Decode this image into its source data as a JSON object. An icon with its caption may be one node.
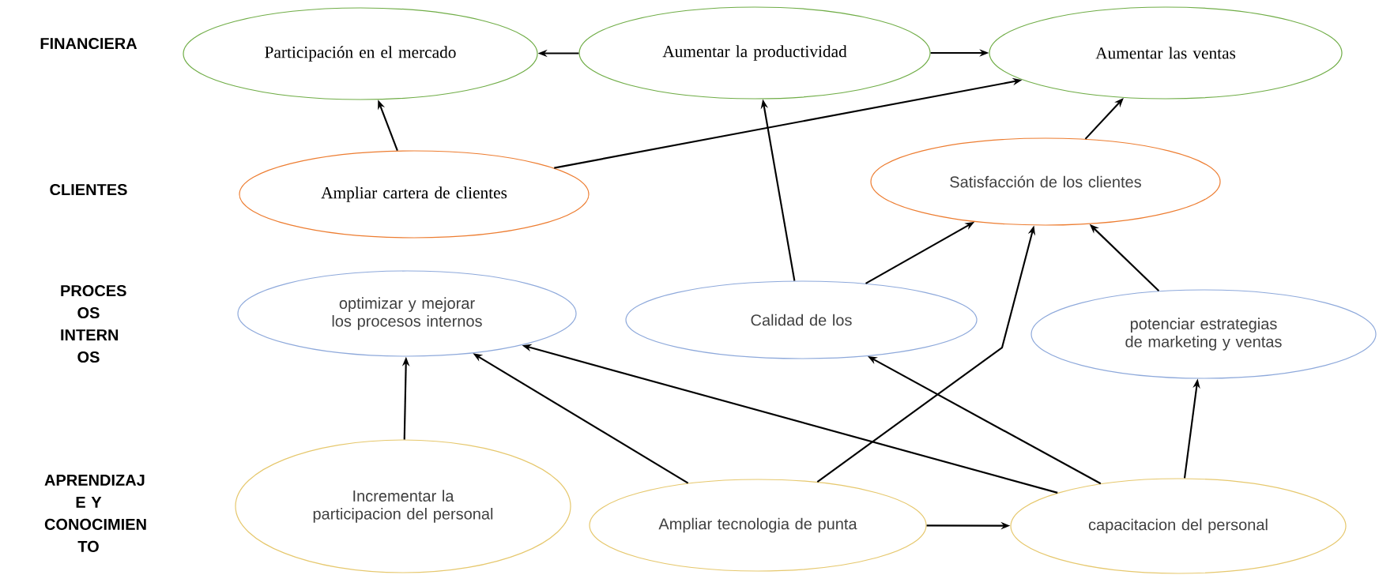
{
  "diagram": {
    "nodes": [
      {
        "text": [
          "Participación en el mercado"
        ]
      },
      {
        "text": [
          "Aumentar la productividad"
        ]
      },
      {
        "text": [
          "Aumentar las ventas"
        ]
      },
      {
        "text": [
          "Ampliar cartera de clientes"
        ]
      },
      {
        "text": [
          "Satisfacción de los clientes"
        ]
      },
      {
        "text": [
          "optimizar y mejorar los procesos internos"
        ]
      },
      {
        "text": [
          "Calidad de los"
        ]
      },
      {
        "text": [
          "potenciar estrategias de marketing y ventas"
        ]
      },
      {
        "text": [
          "Incrementar la participacion del personal"
        ]
      },
      {
        "text": [
          "Ampliar tecnologia de punta"
        ]
      },
      {
        "text": [
          "capacitacion del personal"
        ]
      }
    ],
    "edges": [
      {
        "from": 1,
        "to": 0,
        "arrow": "to"
      },
      {
        "from": 1,
        "to": 2,
        "arrow": "to"
      },
      {
        "from": 3,
        "to": 0,
        "arrow": "to"
      },
      {
        "from": 3,
        "to": 2,
        "arrow": "to"
      },
      {
        "from": 4,
        "to": 2,
        "arrow": "to"
      },
      {
        "from": 6,
        "to": 1,
        "arrow": "to"
      },
      {
        "from": 6,
        "to": 4,
        "arrow": "to"
      },
      {
        "from": 7,
        "to": 4,
        "arrow": "to"
      },
      {
        "from": 9,
        "to": 4,
        "arrow": "to"
      },
      {
        "from": 8,
        "to": 5,
        "arrow": "to"
      },
      {
        "from": 9,
        "to": 5,
        "arrow": "to"
      },
      {
        "from": 10,
        "to": 5,
        "arrow": "to"
      },
      {
        "from": 10,
        "to": 6,
        "arrow": "to"
      },
      {
        "from": 10,
        "to": 7,
        "arrow": "to"
      },
      {
        "from": 9,
        "to": 10,
        "arrow": "to"
      }
    ],
    "labels": [
      "FINANCIERA",
      "CLIENTES",
      "PROCES OS INTERN OS",
      "APRENDIZAJ E Y CONOCIMIEN TO"
    ]
  }
}
